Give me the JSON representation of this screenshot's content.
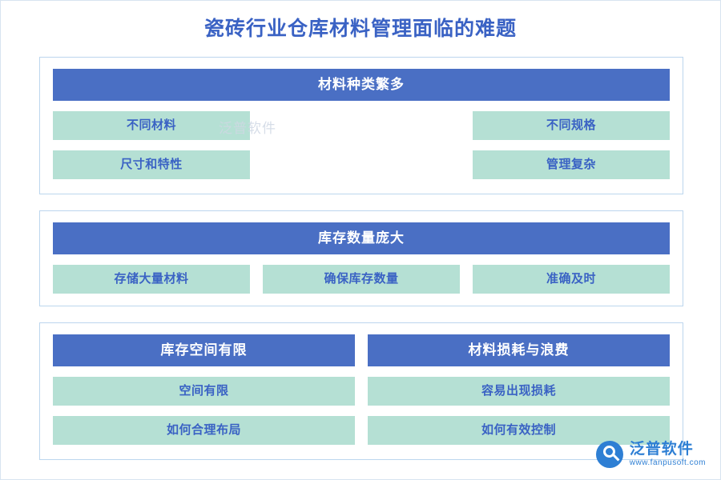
{
  "page": {
    "title": "瓷砖行业仓库材料管理面临的难题",
    "watermark_center": "泛普软件"
  },
  "sections": [
    {
      "header": "材料种类繁多",
      "rows": [
        {
          "cells": [
            {
              "text": "不同材料",
              "empty": false
            },
            {
              "text": "",
              "empty": true
            },
            {
              "text": "不同规格",
              "empty": false
            }
          ]
        },
        {
          "cells": [
            {
              "text": "尺寸和特性",
              "empty": false
            },
            {
              "text": "",
              "empty": true
            },
            {
              "text": "管理复杂",
              "empty": false
            }
          ]
        }
      ]
    },
    {
      "header": "库存数量庞大",
      "rows": [
        {
          "cells": [
            {
              "text": "存储大量材料",
              "empty": false
            },
            {
              "text": "确保库存数量",
              "empty": false
            },
            {
              "text": "准确及时",
              "empty": false
            }
          ]
        }
      ]
    }
  ],
  "split_section": {
    "columns": [
      {
        "header": "库存空间有限",
        "cells": [
          "空间有限",
          "如何合理布局"
        ]
      },
      {
        "header": "材料损耗与浪费",
        "cells": [
          "容易出现损耗",
          "如何有效控制"
        ]
      }
    ]
  },
  "logo": {
    "name": "泛普软件",
    "url": "www.fanpusoft.com"
  }
}
